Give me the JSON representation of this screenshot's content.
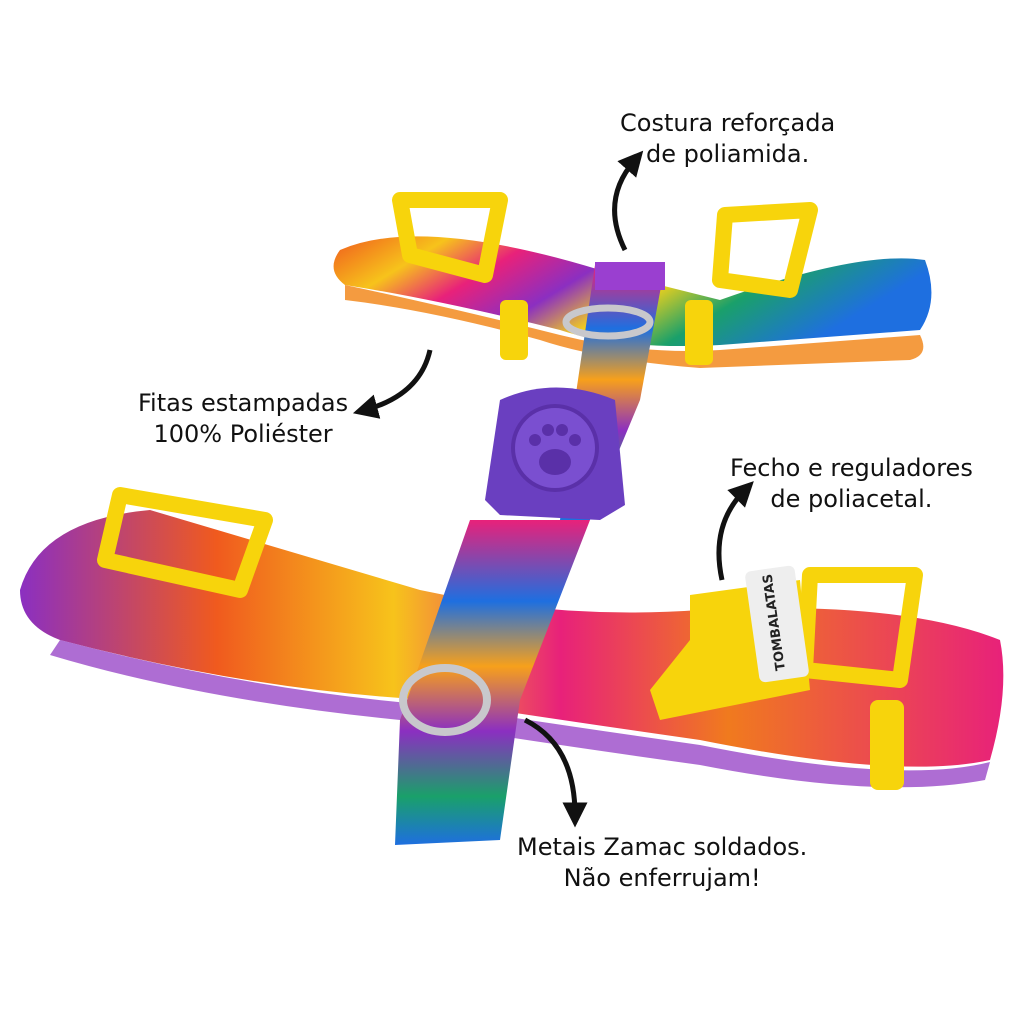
{
  "callouts": {
    "stitching": {
      "line1": "Costura reforçada",
      "line2": "de poliamida."
    },
    "straps": {
      "line1": "Fitas estampadas",
      "line2": "100% Poliéster"
    },
    "buckle": {
      "line1": "Fecho e reguladores",
      "line2": "de poliacetal."
    },
    "metals": {
      "line1": "Metais Zamac soldados.",
      "line2": "Não enferrujam!"
    }
  },
  "logo": {
    "text": "TOMBALATAS"
  },
  "colors": {
    "buckle_yellow": "#f7d40c",
    "paw_purple": "#6a3fc0",
    "ring_metal": "#c8c8cc",
    "text": "#111111"
  }
}
